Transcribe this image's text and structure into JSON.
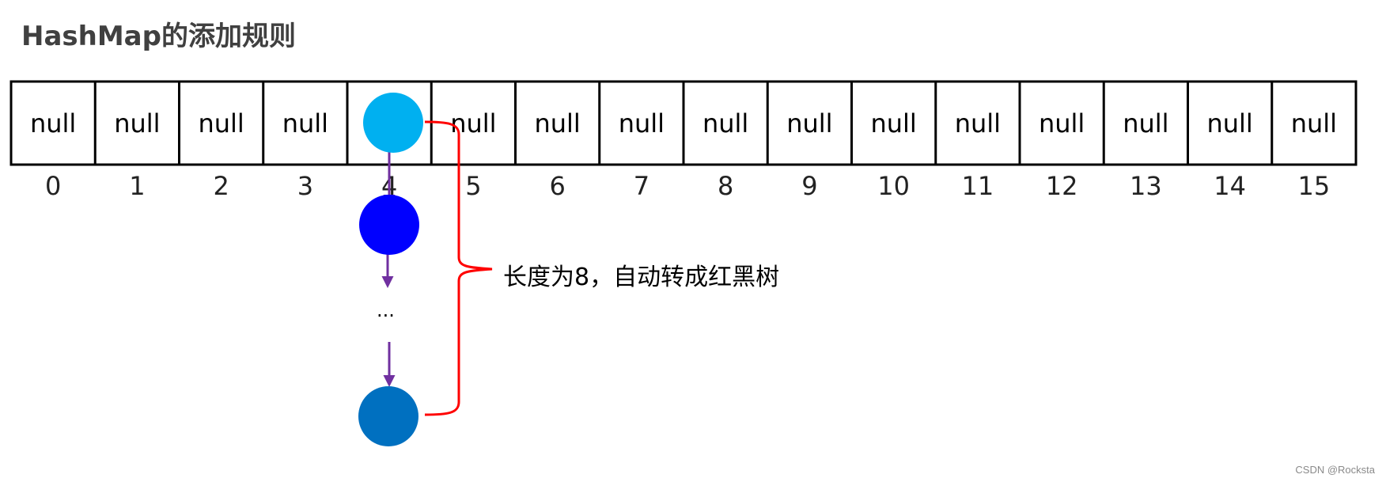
{
  "title": "HashMap的添加规则",
  "slots": [
    {
      "label": "null",
      "index": "0"
    },
    {
      "label": "null",
      "index": "1"
    },
    {
      "label": "null",
      "index": "2"
    },
    {
      "label": "null",
      "index": "3"
    },
    {
      "label": "",
      "index": "4"
    },
    {
      "label": "null",
      "index": "5"
    },
    {
      "label": "null",
      "index": "6"
    },
    {
      "label": "null",
      "index": "7"
    },
    {
      "label": "null",
      "index": "8"
    },
    {
      "label": "null",
      "index": "9"
    },
    {
      "label": "null",
      "index": "10"
    },
    {
      "label": "null",
      "index": "11"
    },
    {
      "label": "null",
      "index": "12"
    },
    {
      "label": "null",
      "index": "13"
    },
    {
      "label": "null",
      "index": "14"
    },
    {
      "label": "null",
      "index": "15"
    }
  ],
  "chain": {
    "ellipsis": "...",
    "node_colors": [
      "#00B0F0",
      "#0000FF",
      "#0070C0"
    ],
    "arrow_color": "#7030A0",
    "brace_color": "#FF0000"
  },
  "annotation": "长度为8，自动转成红黑树",
  "watermark": "CSDN @Rocksta"
}
